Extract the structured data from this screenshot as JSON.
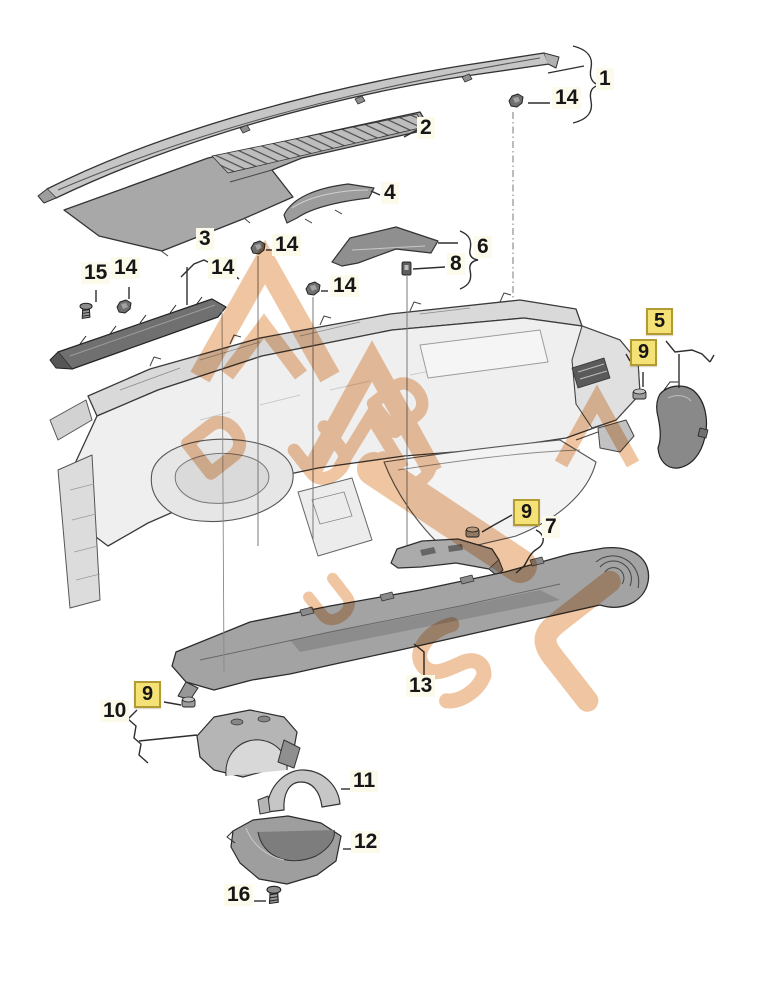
{
  "diagram": {
    "description": "exploded parts diagram - instrument panel",
    "colors": {
      "line": "#2e2e2e",
      "part_light": "#efefef",
      "part_mid": "#a8a8a8",
      "part_dark": "#707070",
      "watermark": "#eec09a",
      "callout_background": "#fcfaeb",
      "highlight_fill": "#f5e276",
      "highlight_border": "#b29a35",
      "text": "#161616"
    },
    "icons": {
      "fastener": "clip-icon",
      "screw": "screw-icon",
      "grommet": "grommet-icon"
    },
    "callouts": [
      {
        "label": "1",
        "highlighted": false
      },
      {
        "label": "14",
        "highlighted": false
      },
      {
        "label": "2",
        "highlighted": false
      },
      {
        "label": "4",
        "highlighted": false
      },
      {
        "label": "3",
        "highlighted": false
      },
      {
        "label": "14",
        "highlighted": false
      },
      {
        "label": "14",
        "highlighted": false
      },
      {
        "label": "14",
        "highlighted": false
      },
      {
        "label": "15",
        "highlighted": false
      },
      {
        "label": "14",
        "highlighted": false
      },
      {
        "label": "6",
        "highlighted": false
      },
      {
        "label": "8",
        "highlighted": false
      },
      {
        "label": "5",
        "highlighted": true
      },
      {
        "label": "9",
        "highlighted": true
      },
      {
        "label": "9",
        "highlighted": true
      },
      {
        "label": "7",
        "highlighted": false
      },
      {
        "label": "13",
        "highlighted": false
      },
      {
        "label": "9",
        "highlighted": true
      },
      {
        "label": "10",
        "highlighted": false
      },
      {
        "label": "11",
        "highlighted": false
      },
      {
        "label": "12",
        "highlighted": false
      },
      {
        "label": "16",
        "highlighted": false
      }
    ]
  }
}
